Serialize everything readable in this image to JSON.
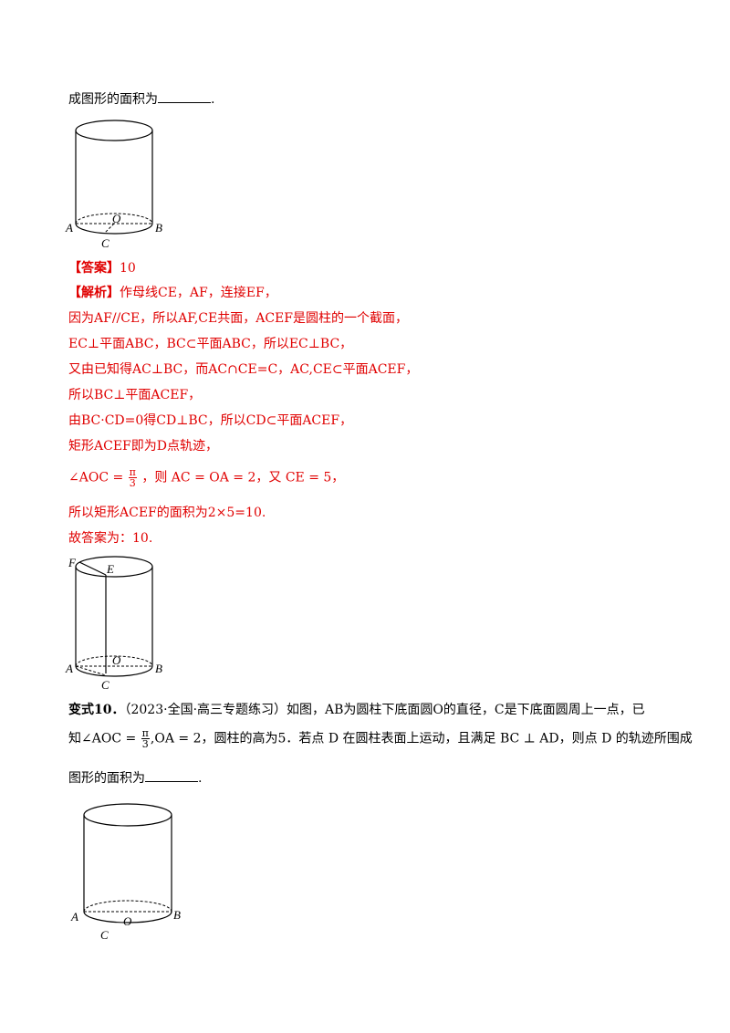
{
  "top_line": {
    "prefix": "成图形的面积为",
    "suffix": "."
  },
  "fig1": {
    "labels": [
      "A",
      "B",
      "O",
      "C"
    ]
  },
  "answer": {
    "tag": "【答案】",
    "value": "10"
  },
  "analysis": {
    "tag": "【解析】",
    "lines": [
      "作母线CE，AF，连接EF，",
      "因为AF//CE，所以AF,CE共面，ACEF是圆柱的一个截面，",
      "EC⊥平面ABC，BC⊂平面ABC，所以EC⊥BC，",
      "又由已知得AC⊥BC，而AC∩CE=C，AC,CE⊂平面ACEF，",
      "所以BC⊥平面ACEF，",
      "由BC·CD=0得CD⊥BC，所以CD⊂平面ACEF，",
      "矩形ACEF即为D点轨迹，"
    ],
    "angle_line": {
      "pre": "∠AOC =",
      "num": "π",
      "den": "3",
      "mid": "，则 AC = OA = 2，又 CE = 5，"
    },
    "area_line": "所以矩形ACEF的面积为2×5=10.",
    "final": "故答案为：10."
  },
  "fig2": {
    "labels": [
      "F",
      "E",
      "O",
      "A",
      "B",
      "C"
    ]
  },
  "variant": {
    "title": "变式10．",
    "line1": "（2023·全国·高三专题练习）如图，AB为圆柱下底面圆O的直径，C是下底面圆周上一点，已",
    "line2_pre": "知∠AOC =",
    "line2_num": "π",
    "line2_den": "3",
    "line2_post": ",OA = 2，圆柱的高为5．若点 D 在圆柱表面上运动，且满足 BC ⊥ AD，则点 D 的轨迹所围成",
    "line3_prefix": "图形的面积为",
    "line3_suffix": "."
  },
  "fig3": {
    "labels": [
      "A",
      "B",
      "O",
      "C"
    ]
  }
}
